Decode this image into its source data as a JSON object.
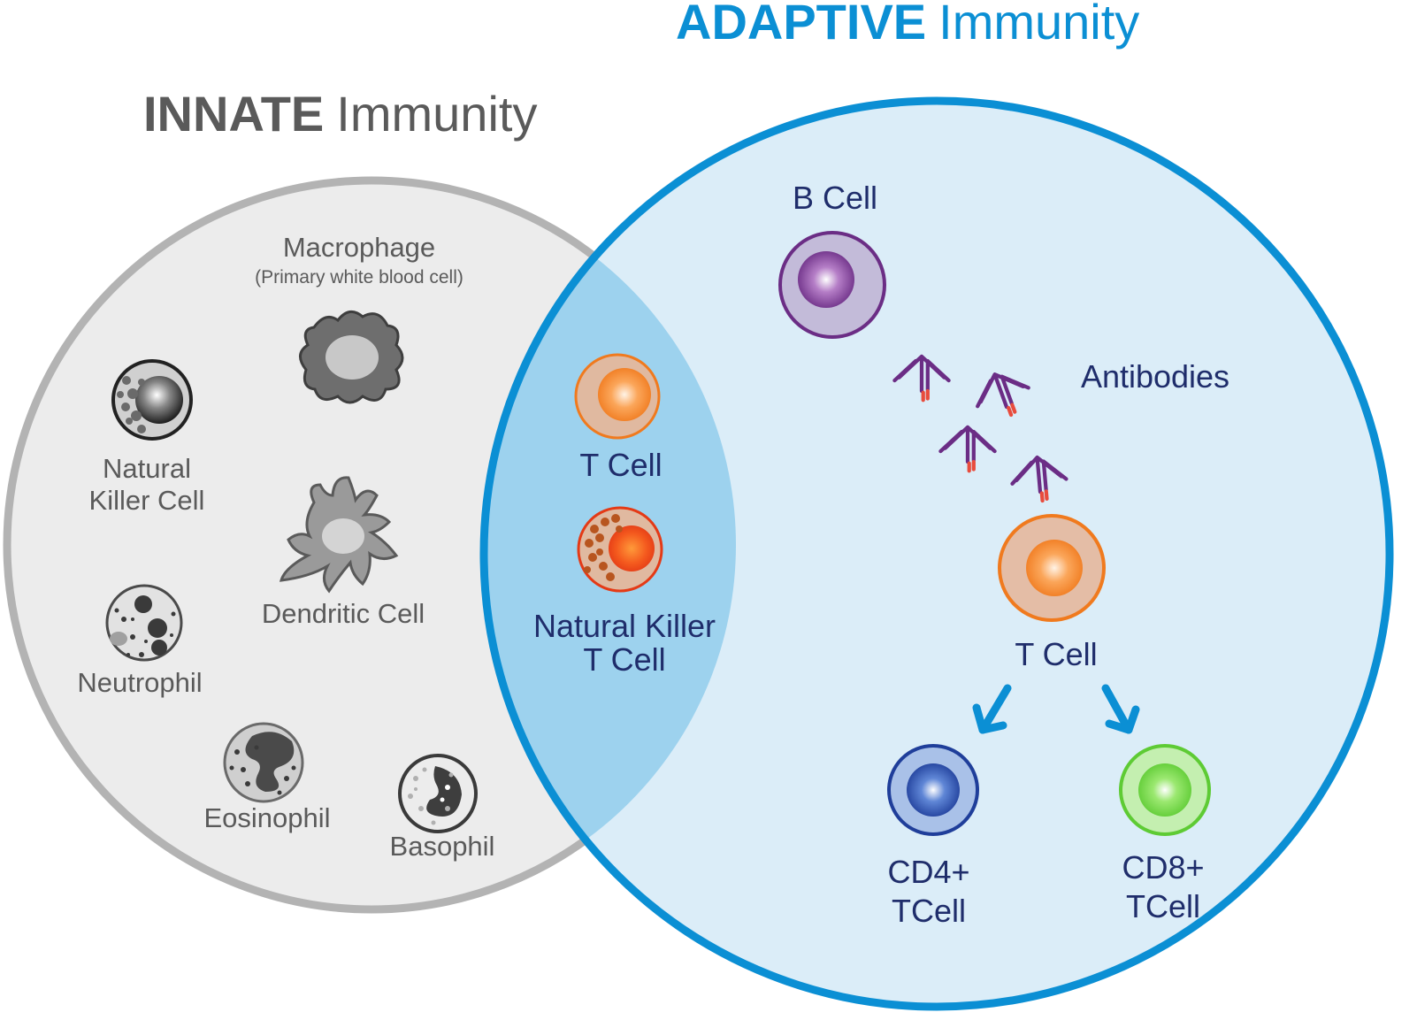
{
  "titles": {
    "innate_bold": "INNATE",
    "innate_rest": "Immunity",
    "adaptive_bold": "ADAPTIVE",
    "adaptive_rest": "Immunity"
  },
  "innate": {
    "macrophage": "Macrophage",
    "macrophage_note": "(Primary white blood cell)",
    "nk_line1": "Natural",
    "nk_line2": "Killer Cell",
    "dendritic": "Dendritic Cell",
    "neutrophil": "Neutrophil",
    "eosinophil": "Eosinophil",
    "basophil": "Basophil"
  },
  "overlap": {
    "t_cell": "T Cell",
    "nkt_line1": "Natural Killer",
    "nkt_line2": "T Cell"
  },
  "adaptive": {
    "b_cell": "B Cell",
    "antibodies": "Antibodies",
    "t_cell": "T Cell",
    "cd4_line1": "CD4+",
    "cd4_line2": "TCell",
    "cd8_line1": "CD8+",
    "cd8_line2": "TCell"
  },
  "colors": {
    "innate_circle": "#b3b3b3",
    "innate_fill": "#ececec",
    "adaptive_circle": "#0b8fd4",
    "adaptive_fill": "#dbedf8",
    "overlap_fill": "#9dd2ee",
    "label_gray": "#5a5a5a",
    "label_navy": "#1f2d6b",
    "antibody_purple": "#6b2d85",
    "antibody_tip": "#e84c3d"
  }
}
